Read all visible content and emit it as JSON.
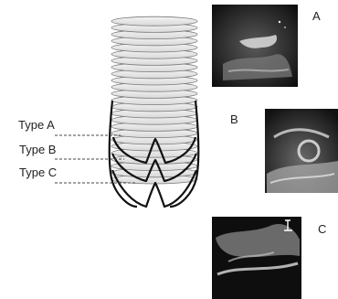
{
  "type_labels": [
    "Type A",
    "Type B",
    "Type C"
  ],
  "panel_labels": [
    "A",
    "B",
    "C"
  ]
}
